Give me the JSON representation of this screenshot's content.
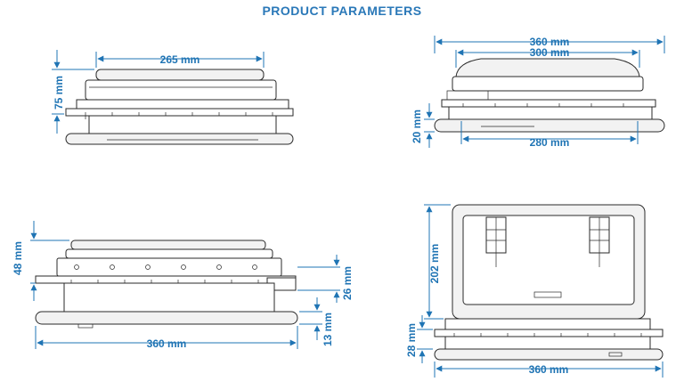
{
  "title": "PRODUCT PARAMETERS",
  "colors": {
    "accent": "#1f74b4",
    "line": "#2a2a2a"
  },
  "views": {
    "side_top_left": {
      "width_top": "265 mm",
      "height_total": "75 mm"
    },
    "side_top_right": {
      "outer": "360 mm",
      "inner": "300 mm",
      "base": "280 mm",
      "height": "20 mm"
    },
    "bottom_left": {
      "height_top": "48 mm",
      "height_side": "26 mm",
      "height_bottom": "13 mm",
      "width": "360 mm"
    },
    "bottom_right": {
      "height_open": "202 mm",
      "height_frame": "28 mm",
      "width": "360 mm"
    }
  }
}
